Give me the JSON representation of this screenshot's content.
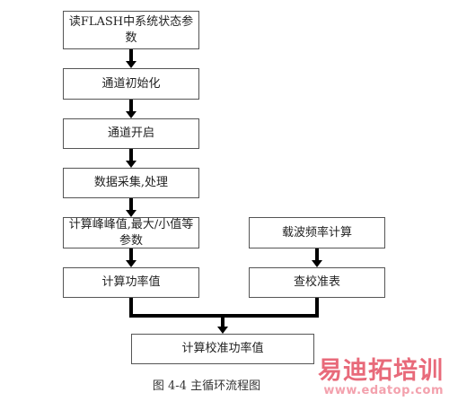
{
  "flowchart": {
    "nodes": {
      "read_flash": "读FLASH中系统状态参数",
      "channel_init": "通道初始化",
      "channel_open": "通道开启",
      "data_acq": "数据采集,处理",
      "calc_peak": "计算峰峰值,最大/小值等参数",
      "calc_power": "计算功率值",
      "carrier_freq": "载波频率计算",
      "lookup_table": "查校准表",
      "calc_calibrated": "计算校准功率值"
    },
    "caption": "图 4-4  主循环流程图"
  },
  "watermark": {
    "brand": "易迪拓培训",
    "url": "www.edatop.com"
  },
  "colors": {
    "line": "#000000",
    "border": "#555555",
    "watermark_red": "#e86a7a",
    "watermark_orange": "#f1a56c"
  }
}
